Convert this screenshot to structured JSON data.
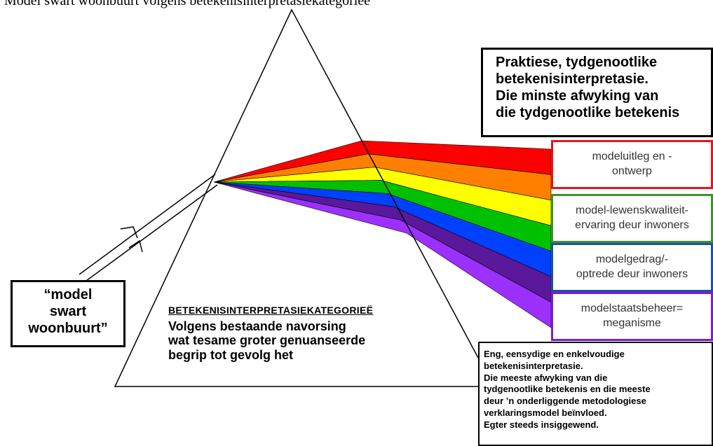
{
  "top_caption": "Model swart woonbuurt volgens betekenisinterpretasiekategorieë",
  "input_box": {
    "lines": [
      "“model",
      "swart",
      "woonbuurt”"
    ]
  },
  "broad_box": {
    "lines": [
      "Praktiese, tydgenootlike",
      "betekenisinterpretasie.",
      "Die minste afwyking van",
      "die tydgenootlike betekenis"
    ]
  },
  "categories": [
    {
      "lines": [
        "modeluitleg en -",
        "ontwerp"
      ],
      "border_color": "#e8141c"
    },
    {
      "lines": [
        "model-lewenskwaliteit-",
        "ervaring deur inwoners"
      ],
      "border_color": "#3f8f2f"
    },
    {
      "lines": [
        "modelgedrag/-",
        "optrede deur inwoners"
      ],
      "border_color": "#1f4fa8"
    },
    {
      "lines": [
        "modelstaatsbeheer=",
        "meganisme"
      ],
      "border_color": "#7b1fc9"
    }
  ],
  "center_text": {
    "heading": "BETEKENISINTERPRETASIEKATEGORIEË",
    "lines": [
      "Volgens bestaande navorsing",
      "wat tesame groter genuanseerde",
      "begrip tot gevolg het"
    ]
  },
  "narrow_box": {
    "lines": [
      "Eng, eensydige en enkelvoudige",
      "betekenisinterpretasie.",
      "Die meeste afwyking van die",
      "tydgenootlike betekenis en die meeste",
      "deur ’n onderliggende metodologiese",
      "verklaringsmodel beïnvloed.",
      "Egter steeds insiggewend."
    ]
  },
  "spectrum_colors": [
    "#ff0000",
    "#ff8000",
    "#ffff00",
    "#00c000",
    "#0040ff",
    "#5a189a",
    "#9b30ff"
  ]
}
